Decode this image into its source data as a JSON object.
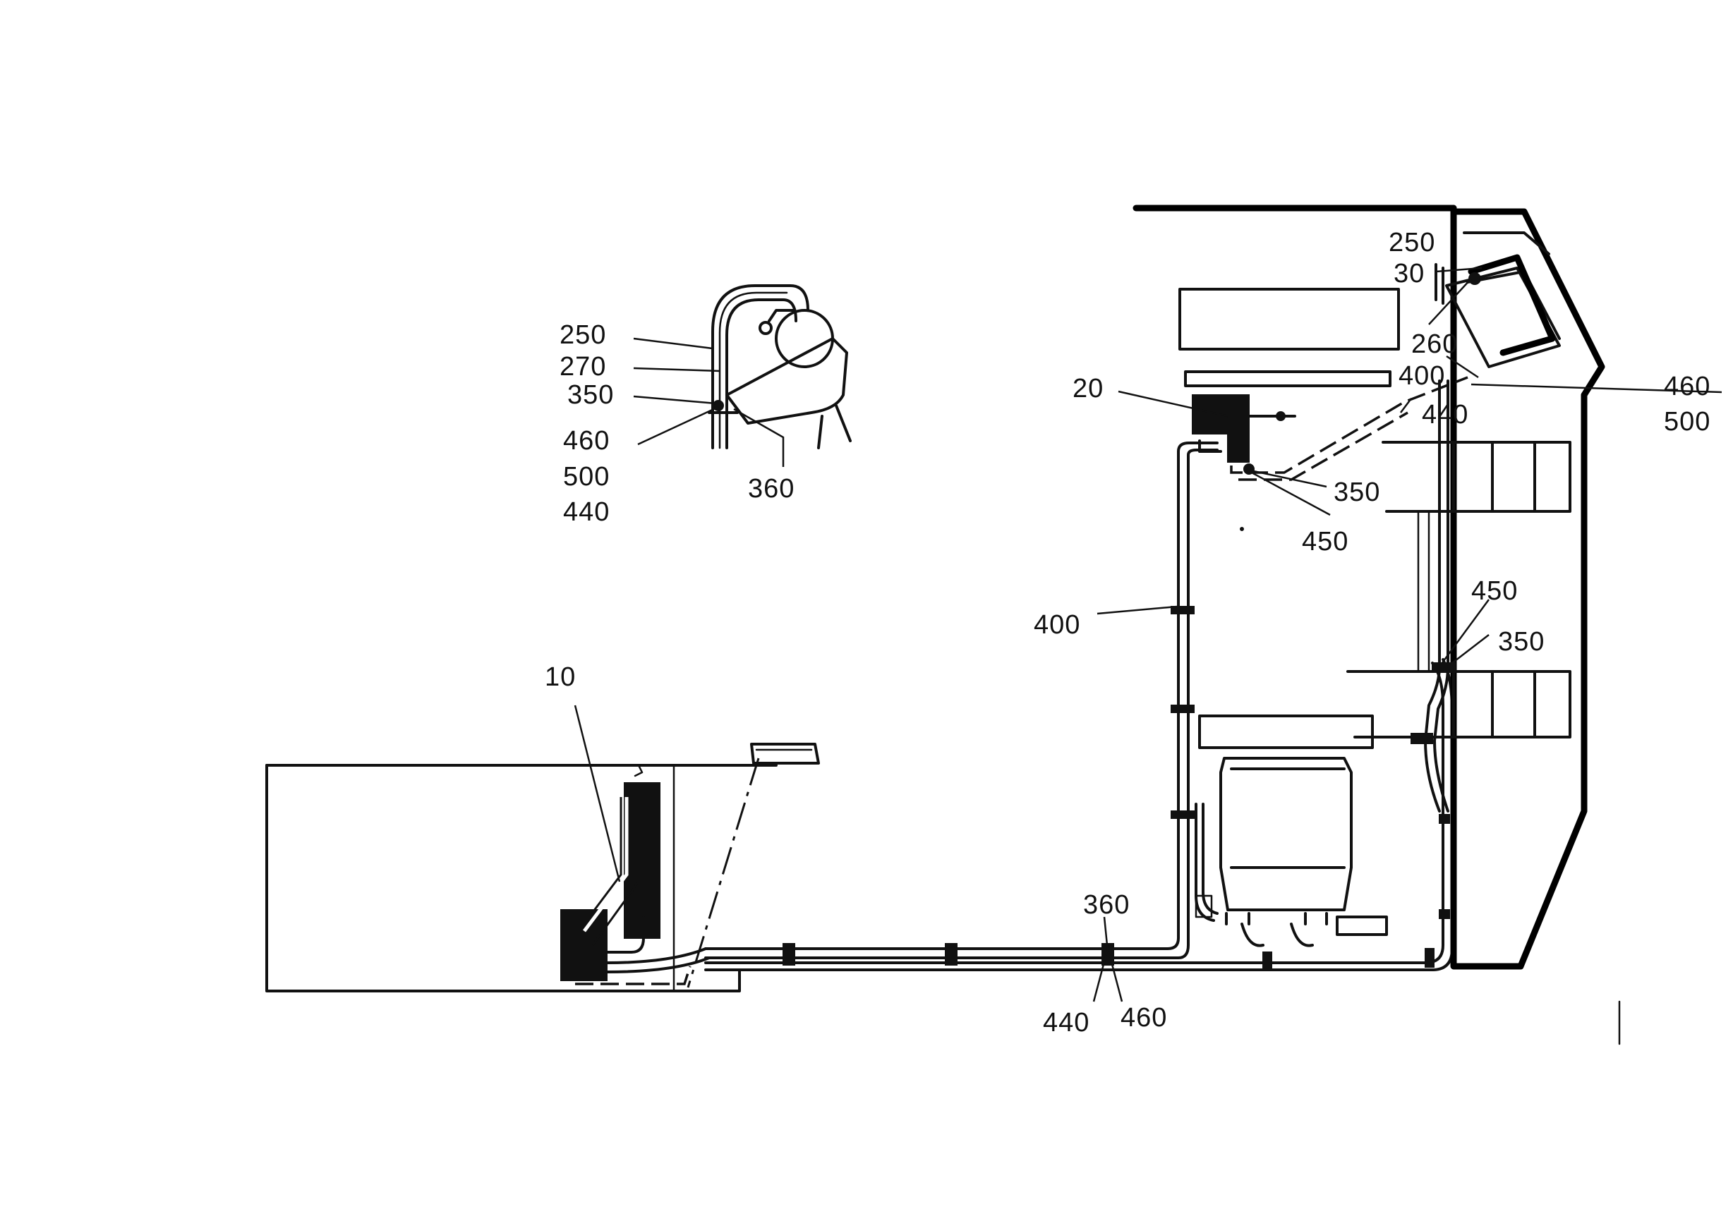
{
  "labels": {
    "inset_250": "250",
    "inset_270": "270",
    "inset_350": "350",
    "inset_460": "460",
    "inset_500": "500",
    "inset_440": "440",
    "inset_360": "360",
    "label_10": "10",
    "label_20": "20",
    "label_30": "30",
    "top_250": "250",
    "top_260": "260",
    "top_400": "400",
    "top_440": "440",
    "right_460": "460",
    "right_500": "500",
    "mid_350": "350",
    "mid_450": "450",
    "left_400": "400",
    "right_450": "450",
    "right_350": "350",
    "bottom_360": "360",
    "bottom_440": "440",
    "bottom_460": "460"
  }
}
